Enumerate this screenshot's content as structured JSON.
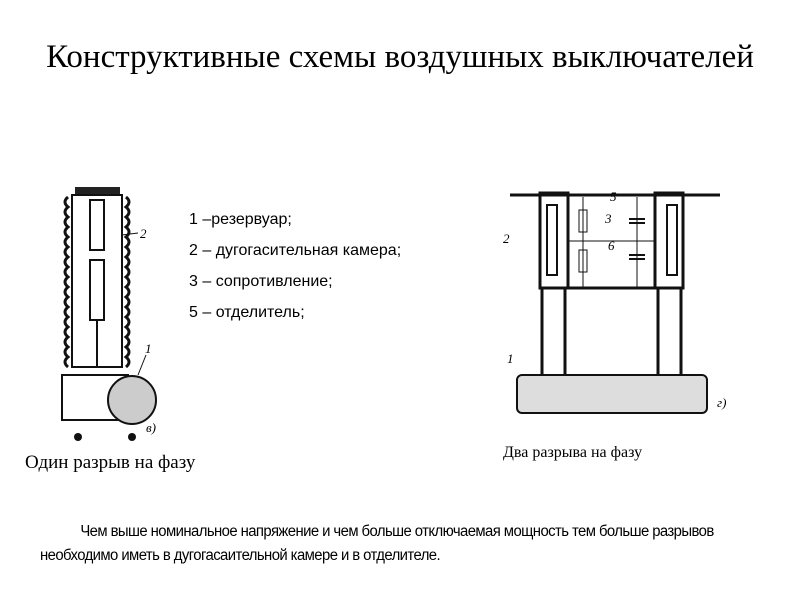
{
  "slide": {
    "title": "Конструктивные схемы воздушных выключателей",
    "legend": [
      "1 –резервуар;",
      "2 – дугогасительная камера;",
      "3 – сопротивление;",
      "5 – отделитель;"
    ],
    "caption_left": "Один разрыв на фазу",
    "caption_right": "Два разрыва на фазу",
    "note": "Чем выше номинальное напряжение и чем больше отключаемая мощность тем больше разрывов необходимо иметь в дугогасаительной камере и в отделителе.",
    "fig_left_labels": {
      "chamber": "2",
      "tank": "1",
      "letter": "в)"
    },
    "fig_right_labels": {
      "separator": "5",
      "resistor": "3",
      "capacitor": "6",
      "chamber": "2",
      "tank": "1",
      "letter": "г)"
    }
  }
}
